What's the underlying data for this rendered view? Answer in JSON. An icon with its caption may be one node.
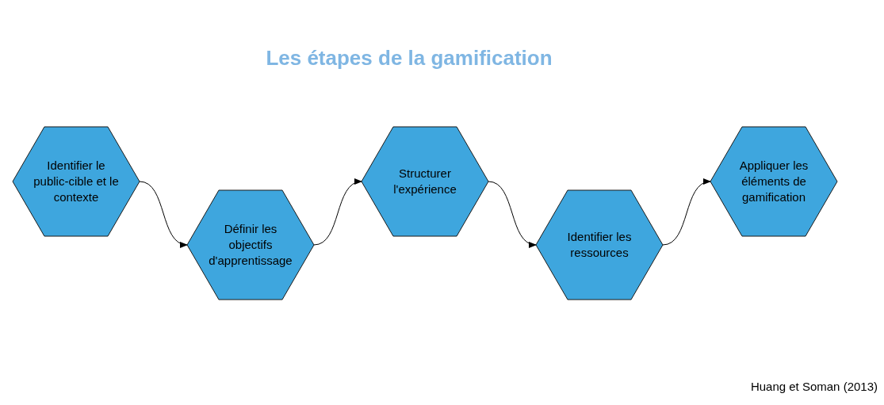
{
  "diagram": {
    "title": "Les étapes de la gamification",
    "nodes": [
      {
        "text": [
          "Identifier le public-cible et le contexte"
        ]
      },
      {
        "text": [
          "Définir les objectifs d'apprentissage"
        ]
      },
      {
        "text": [
          "Structurer l'expérience"
        ]
      },
      {
        "text": [
          "Identifier les ressources"
        ]
      },
      {
        "text": [
          "Appliquer les éléments de gamification"
        ]
      }
    ],
    "edges": [
      {
        "from": 0,
        "to": 1,
        "arrow": "to"
      },
      {
        "from": 1,
        "to": 2,
        "arrow": "to"
      },
      {
        "from": 2,
        "to": 3,
        "arrow": "to"
      },
      {
        "from": 3,
        "to": 4,
        "arrow": "to"
      }
    ],
    "labels": [
      "Huang et Soman (2013)"
    ]
  }
}
